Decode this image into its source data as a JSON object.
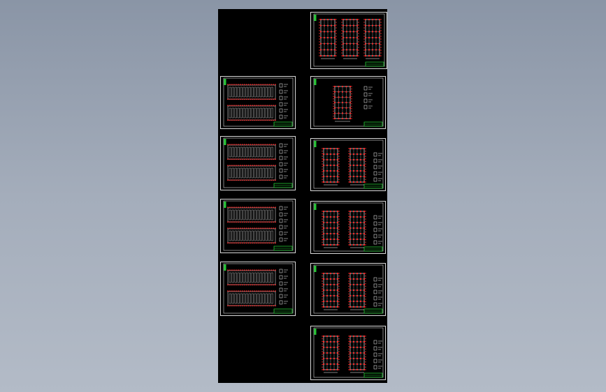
{
  "viewport": {
    "background_top": "#8a95a6",
    "background_bottom": "#b3bbc7"
  },
  "drawing": {
    "background": "#000000",
    "frame_color": "#d9d9d9",
    "line_color": "#ffffff",
    "accent_color": "#ff2a2a",
    "stamp_color": "#22c832",
    "sheets": [
      {
        "id": "r-1",
        "column": "right",
        "kind": "triple-plan"
      },
      {
        "id": "l-1",
        "column": "left",
        "kind": "elevation"
      },
      {
        "id": "r-2",
        "column": "right",
        "kind": "single-plan"
      },
      {
        "id": "l-2",
        "column": "left",
        "kind": "elevation"
      },
      {
        "id": "r-3",
        "column": "right",
        "kind": "double-plan"
      },
      {
        "id": "l-3",
        "column": "left",
        "kind": "elevation"
      },
      {
        "id": "r-4",
        "column": "right",
        "kind": "double-plan"
      },
      {
        "id": "l-4",
        "column": "left",
        "kind": "elevation"
      },
      {
        "id": "r-5",
        "column": "right",
        "kind": "double-plan"
      },
      {
        "id": "r-6",
        "column": "right",
        "kind": "double-plan"
      }
    ]
  }
}
